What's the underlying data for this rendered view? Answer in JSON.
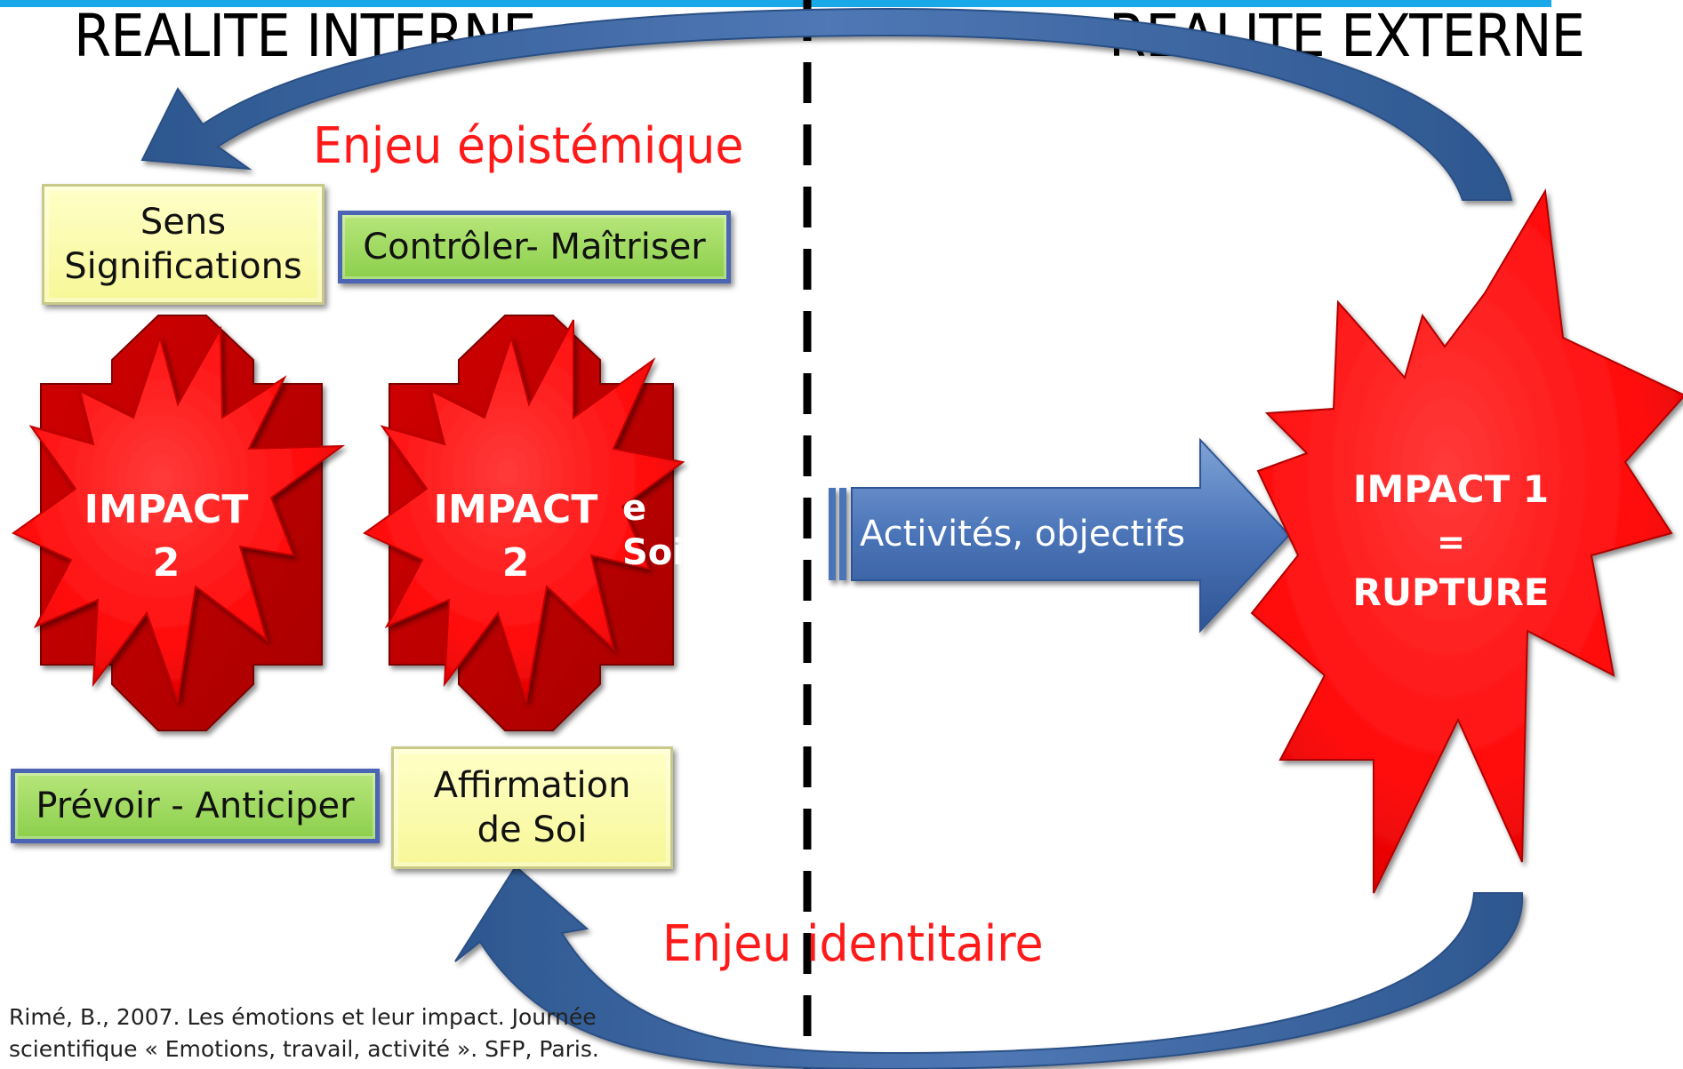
{
  "headings": {
    "left": "REALITE INTERNE",
    "right": "REALITE EXTERNE"
  },
  "labels": {
    "epistemic": "Enjeu épistémique",
    "identity": "Enjeu identitaire"
  },
  "boxes": {
    "sens_line1": "Sens",
    "sens_line2": "Significations",
    "controler": "Contrôler- Maîtriser",
    "prevoir": "Prévoir - Anticiper",
    "affirmation_line1": "Affirmation",
    "affirmation_line2": "de Soi"
  },
  "impacts": {
    "left_line1": "IMPACT",
    "left_line2": "2",
    "middle_line1": "IMPACT",
    "middle_line2": "2",
    "big_line1": "IMPACT 1",
    "big_line2": "=",
    "big_line3": "RUPTURE"
  },
  "arrow_label": "Activités, objectifs",
  "citation": {
    "line1": "Rimé, B., 2007. Les émotions et leur impact. Journée",
    "line2": "scientifique « Emotions, travail, activité ». SFP, Paris."
  },
  "colors": {
    "accent_bar": "#1aa9e8",
    "red_label": "#ff1a1a",
    "star_red": "#ff1010",
    "dark_red": "#c00000",
    "arrow_blue": "#4a74b8"
  }
}
